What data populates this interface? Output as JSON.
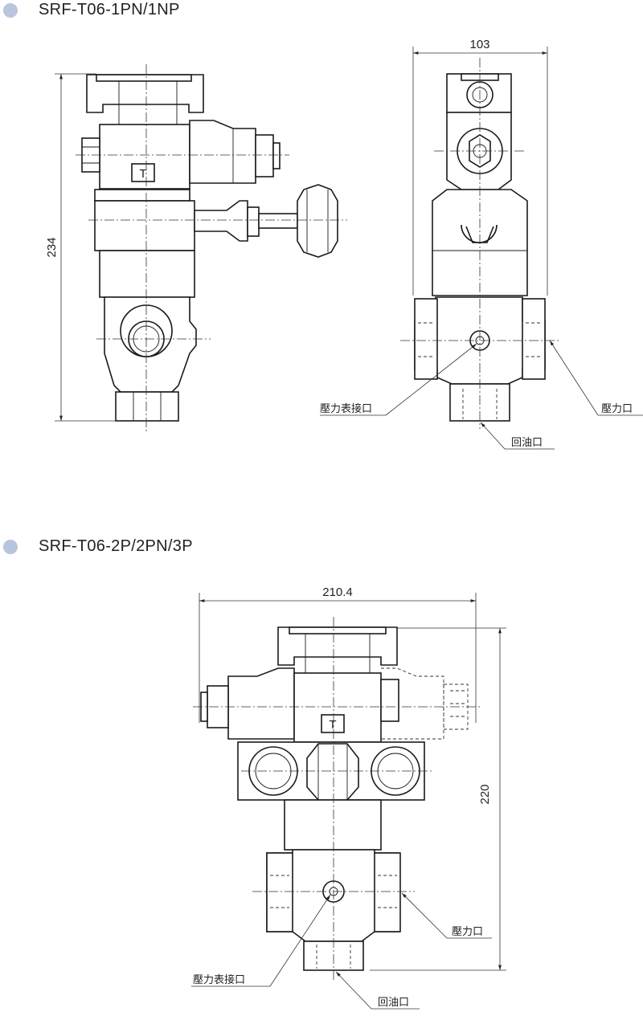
{
  "sections": [
    {
      "title": "SRF-T06-1PN/1NP"
    },
    {
      "title": "SRF-T06-2P/2PN/3P"
    }
  ],
  "diagram1": {
    "dim_height": "234",
    "dim_width": "103",
    "solenoid_mark": "T",
    "labels": {
      "gauge_port": "壓力表接口",
      "pressure_port": "壓力口",
      "return_port": "回油口"
    }
  },
  "diagram2": {
    "dim_width": "210.4",
    "dim_height": "220",
    "solenoid_mark": "T",
    "labels": {
      "gauge_port": "壓力表接口",
      "pressure_port": "壓力口",
      "return_port": "回油口"
    }
  }
}
